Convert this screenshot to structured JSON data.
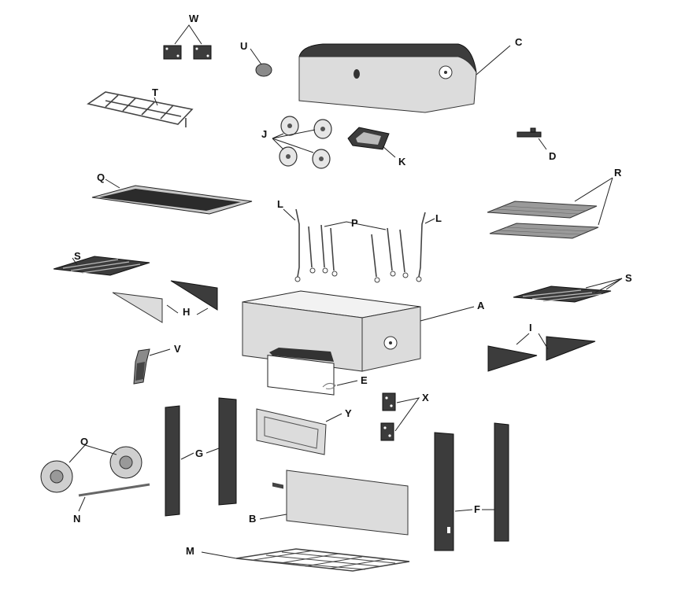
{
  "labels": {
    "A": "A",
    "B": "B",
    "C": "C",
    "D": "D",
    "E": "E",
    "F": "F",
    "G": "G",
    "H": "H",
    "I": "I",
    "J": "J",
    "K": "K",
    "L1": "L",
    "L2": "L",
    "M": "M",
    "N": "N",
    "O": "O",
    "P": "P",
    "Q": "Q",
    "R": "R",
    "S1": "S",
    "S2": "S",
    "T": "T",
    "U": "U",
    "V": "V",
    "W": "W",
    "X": "X",
    "Y": "Y"
  },
  "colors": {
    "dark_part": "#3c3c3c",
    "light_part": "#dcdcdc",
    "mid_part": "#8a8a8a",
    "line": "#222222"
  }
}
